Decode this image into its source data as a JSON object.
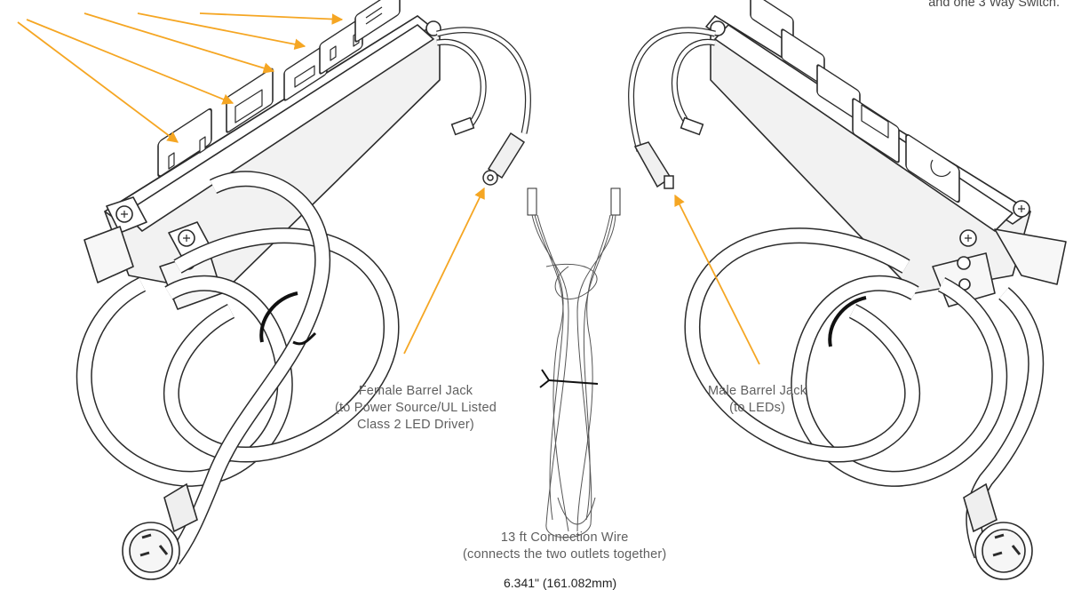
{
  "colors": {
    "accent": "#f5a623",
    "line": "#2b2b2b",
    "label": "#5f5f5f"
  },
  "top_text": {
    "partial_line": "and one 3 Way Switch."
  },
  "callouts": {
    "female_jack": [
      "Female Barrel Jack",
      "(to Power Source/UL Listed",
      "Class 2 LED Driver)"
    ],
    "male_jack": [
      "Male Barrel Jack",
      "(to LEDs)"
    ],
    "connection_wire": [
      "13 ft Connection Wire",
      "(connects the two outlets together)"
    ]
  },
  "dimension": "6.341\" (161.082mm)"
}
